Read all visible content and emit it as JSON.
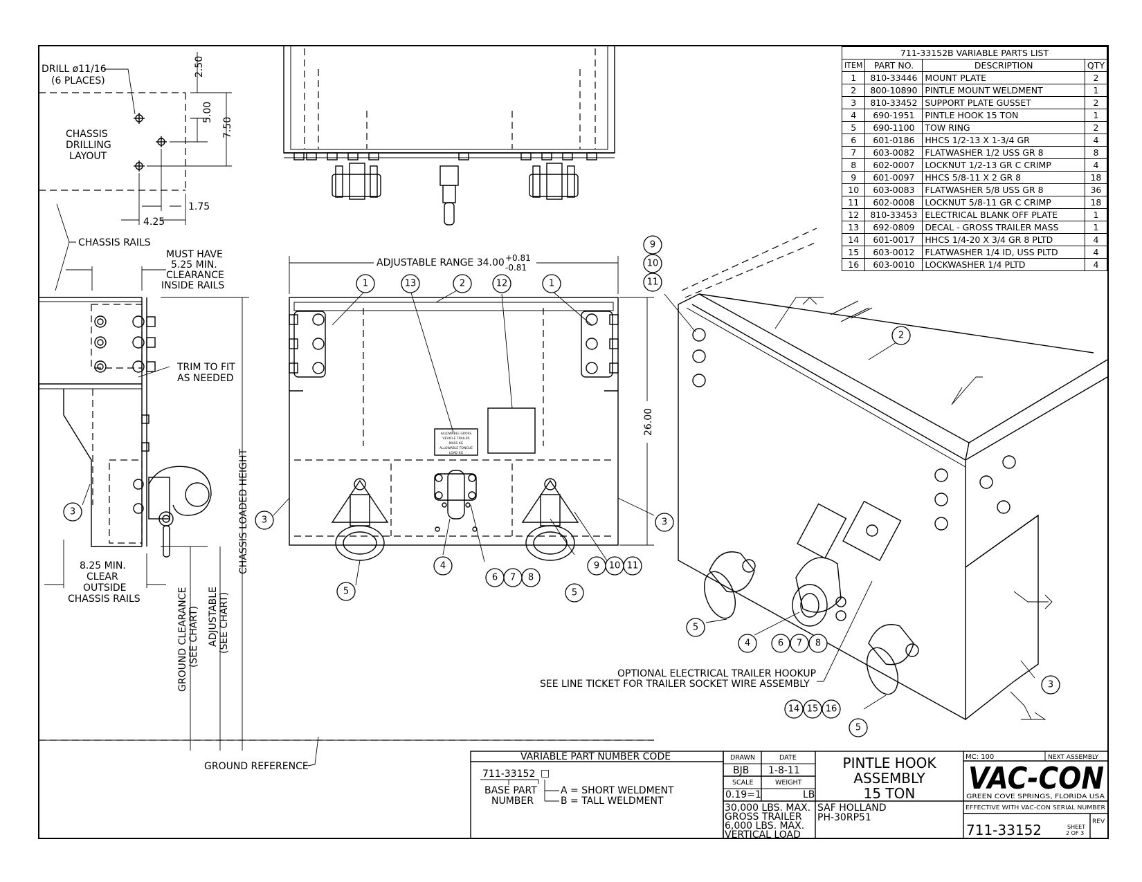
{
  "parts_list": {
    "title": "711-33152B VARIABLE PARTS LIST",
    "headers": [
      "ITEM",
      "PART NO.",
      "DESCRIPTION",
      "QTY"
    ],
    "rows": [
      [
        "1",
        "810-33446",
        "MOUNT PLATE",
        "2"
      ],
      [
        "2",
        "800-10890",
        "PINTLE MOUNT WELDMENT",
        "1"
      ],
      [
        "3",
        "810-33452",
        "SUPPORT PLATE GUSSET",
        "2"
      ],
      [
        "4",
        "690-1951",
        "PINTLE HOOK 15 TON",
        "1"
      ],
      [
        "5",
        "690-1100",
        "TOW RING",
        "2"
      ],
      [
        "6",
        "601-0186",
        "HHCS 1/2-13 X 1-3/4 GR",
        "4"
      ],
      [
        "7",
        "603-0082",
        "FLATWASHER 1/2 USS GR 8",
        "8"
      ],
      [
        "8",
        "602-0007",
        "LOCKNUT 1/2-13 GR C CRIMP",
        "4"
      ],
      [
        "9",
        "601-0097",
        "HHCS 5/8-11 X 2 GR 8",
        "18"
      ],
      [
        "10",
        "603-0083",
        "FLATWASHER 5/8 USS GR 8",
        "36"
      ],
      [
        "11",
        "602-0008",
        "LOCKNUT 5/8-11 GR C CRIMP",
        "18"
      ],
      [
        "12",
        "810-33453",
        "ELECTRICAL BLANK OFF PLATE",
        "1"
      ],
      [
        "13",
        "692-0809",
        "DECAL - GROSS TRAILER MASS",
        "1"
      ],
      [
        "14",
        "601-0017",
        "HHCS 1/4-20 X 3/4 GR 8 PLTD",
        "4"
      ],
      [
        "15",
        "603-0012",
        "FLATWASHER 1/4 ID, USS PLTD",
        "4"
      ],
      [
        "16",
        "603-0010",
        "LOCKWASHER 1/4 PLTD",
        "4"
      ]
    ]
  },
  "notes": {
    "drill": "DRILL ø11/16",
    "drill_places": "(6 PLACES)",
    "layout_1": "CHASSIS",
    "layout_2": "DRILLING",
    "layout_3": "LAYOUT",
    "chassis_rails": "CHASSIS RAILS",
    "must_have_1": "MUST HAVE",
    "must_have_2": "5.25 MIN.",
    "must_have_3": "CLEARANCE",
    "must_have_4": "INSIDE RAILS",
    "trim_1": "TRIM TO FIT",
    "trim_2": "AS NEEDED",
    "clear_1": "8.25 MIN.",
    "clear_2": "CLEAR",
    "clear_3": "OUTSIDE",
    "clear_4": "CHASSIS RAILS",
    "ground_clearance": "GROUND CLEARANCE",
    "see_chart_1": "(SEE CHART)",
    "adjustable": "ADJUSTABLE",
    "see_chart_2": "(SEE CHART)",
    "loaded_height": "CHASSIS LOADED HEIGHT",
    "ground_reference": "GROUND REFERENCE",
    "adjustable_range": "ADJUSTABLE RANGE 34.00",
    "tol_plus": "+0.81",
    "tol_minus": "-0.81",
    "height_26": "26.00",
    "electrical_1": "OPTIONAL ELECTRICAL TRAILER HOOKUP",
    "electrical_2": "SEE LINE TICKET FOR TRAILER SOCKET WIRE ASSEMBLY"
  },
  "dims": {
    "d250": "2.50",
    "d500": "5.00",
    "d750": "7.50",
    "d175": "1.75",
    "d425": "4.25"
  },
  "bubbles": [
    "1",
    "2",
    "3",
    "4",
    "5",
    "6",
    "7",
    "8",
    "9",
    "10",
    "11",
    "12",
    "13",
    "14",
    "15",
    "16"
  ],
  "variable_code": {
    "title": "VARIABLE PART NUMBER CODE",
    "base": "711-33152",
    "suffix": "□",
    "base_label_1": "BASE PART",
    "base_label_2": "NUMBER",
    "opt_a": "A = SHORT WELDMENT",
    "opt_b": "B = TALL WELDMENT"
  },
  "title_block": {
    "drawn_label": "DRAWN",
    "drawn": "BJB",
    "date_label": "DATE",
    "date": "1-8-11",
    "scale_label": "SCALE",
    "scale": "0.19=1",
    "weight_label": "WEIGHT",
    "weight_unit": "LB",
    "title_1": "PINTLE HOOK",
    "title_2": "ASSEMBLY",
    "title_3": "15 TON",
    "load_1": "30,000 LBS. MAX.",
    "load_2": "GROSS TRAILER",
    "load_3": "6,000 LBS. MAX.",
    "load_4": "VERTICAL LOAD",
    "maker_1": "SAF HOLLAND",
    "maker_2": "PH-30RP51",
    "mc": "MC: 100",
    "next_assembly": "NEXT ASSEMBLY",
    "logo": "VAC-CON",
    "location": "GREEN COVE SPRINGS, FLORIDA USA",
    "effective": "EFFECTIVE WITH VAC-CON SERIAL NUMBER",
    "part_number": "711-33152",
    "sheet_label": "SHEET",
    "sheet": "2 OF 3",
    "rev_label": "REV"
  },
  "decal_lines": [
    "ALLOWABLE GROSS",
    "VEHICLE TRAILER",
    "MASS KG",
    "ALLOWABLE TONGUE",
    "LOAD KG"
  ]
}
